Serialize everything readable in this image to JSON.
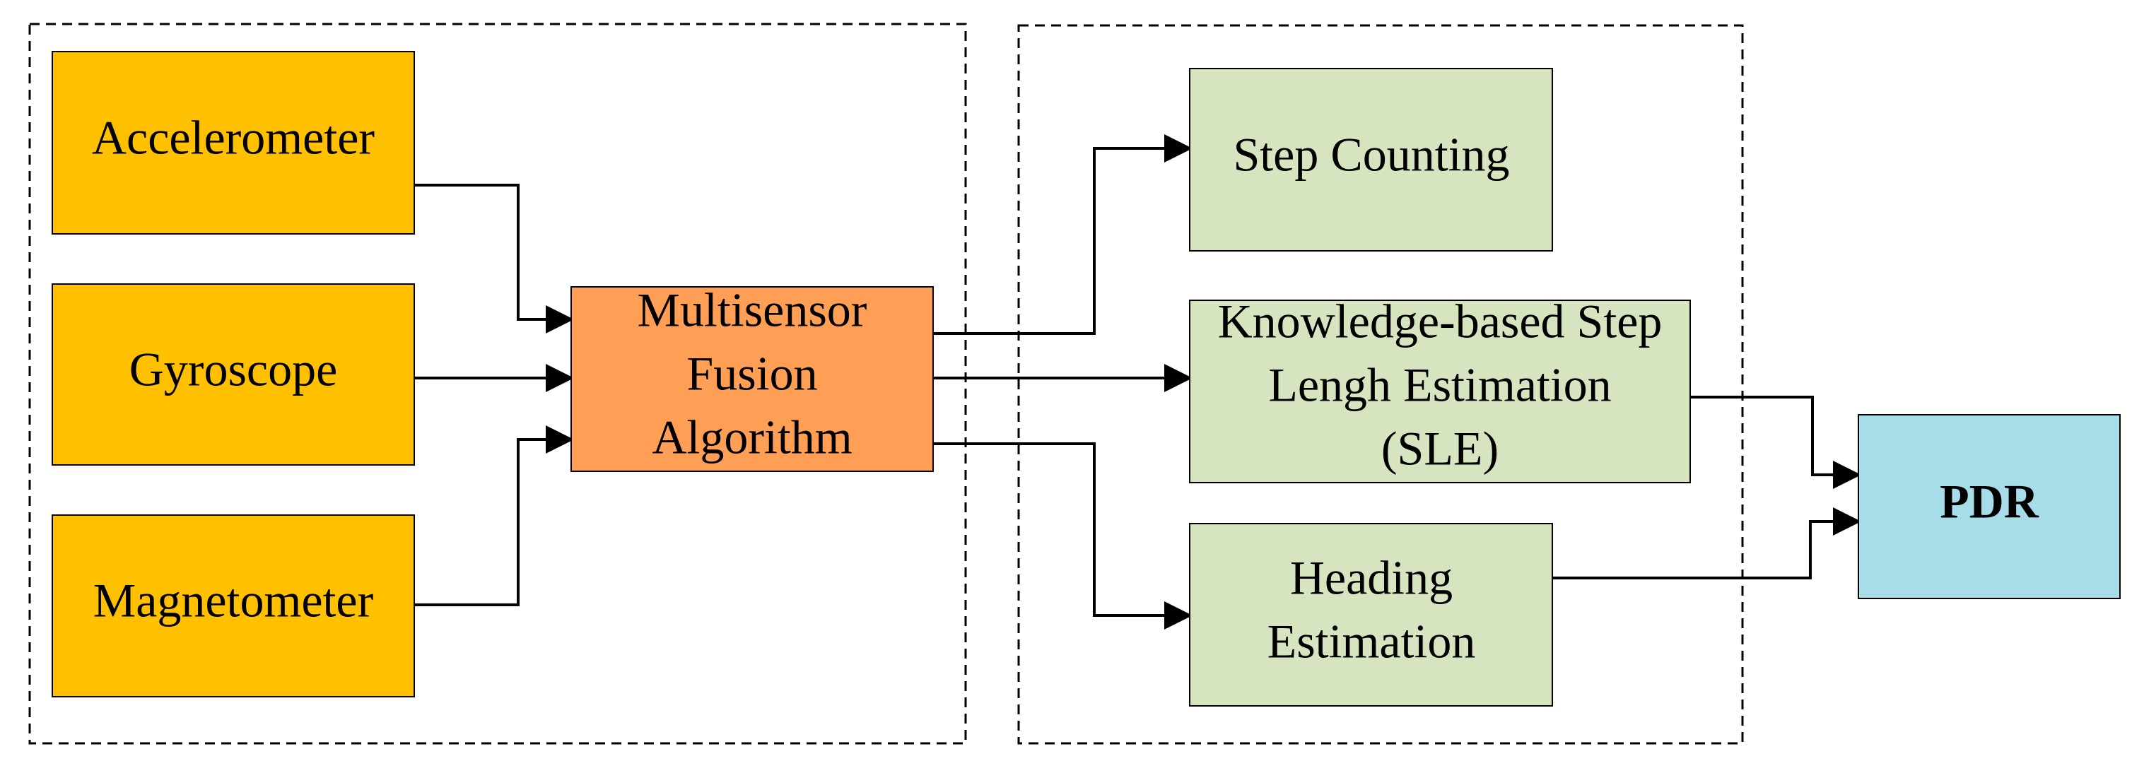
{
  "colors": {
    "sensor_fill": "#FFC000",
    "fusion_fill": "#FF9F55",
    "estimation_fill": "#D6E4BF",
    "output_fill": "#A6DDE8",
    "stroke": "#000000",
    "background": "#FFFFFF"
  },
  "nodes": {
    "accelerometer": [
      "Accelerometer"
    ],
    "gyroscope": [
      "Gyroscope"
    ],
    "magnetometer": [
      "Magnetometer"
    ],
    "fusion": [
      "Multisensor",
      "Fusion",
      "Algorithm"
    ],
    "step_counting": [
      "Step Counting"
    ],
    "sle": [
      "Knowledge-based Step",
      "Lengh Estimation",
      "(SLE)"
    ],
    "heading": [
      "Heading",
      "Estimation"
    ],
    "pdr": [
      "PDR"
    ]
  }
}
